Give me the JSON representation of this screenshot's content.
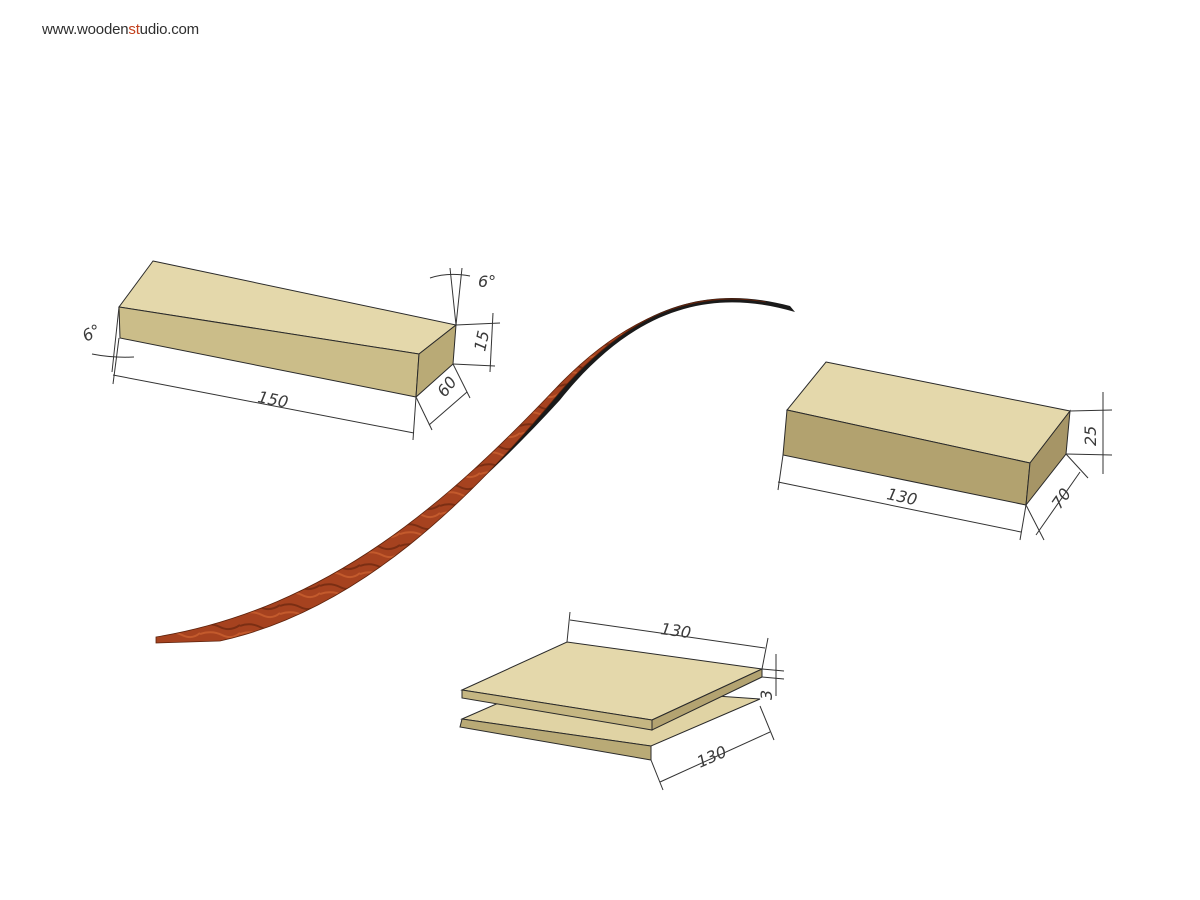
{
  "watermark": {
    "prefix": "www.wooden",
    "highlight": "st",
    "suffix": "udio.com"
  },
  "colors": {
    "wood_top": "#e4d8ab",
    "wood_front": "#cbbd89",
    "wood_side": "#b9aa76",
    "veneer": "#a6421f",
    "veneer_back": "#1a1a1a"
  },
  "block1": {
    "length": "150",
    "width": "60",
    "thickness": "15",
    "angle_left": "6°",
    "angle_right": "6°"
  },
  "block2": {
    "length": "130",
    "width": "70",
    "thickness": "25"
  },
  "plates": {
    "length": "130",
    "width": "130",
    "thickness": "3"
  }
}
